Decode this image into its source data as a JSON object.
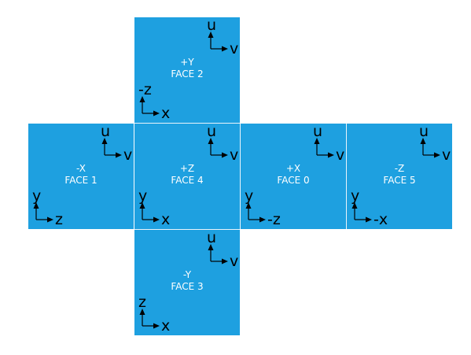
{
  "colors": {
    "face": "#1ea0e0",
    "face_text": "#ffffff",
    "axis": "#000000"
  },
  "faces": [
    {
      "id": "+y",
      "dir": "+Y",
      "name": "FACE 2",
      "uv": [
        "u",
        "v"
      ],
      "xy": [
        "-z",
        "x"
      ]
    },
    {
      "id": "-x",
      "dir": "-X",
      "name": "FACE 1",
      "uv": [
        "u",
        "v"
      ],
      "xy": [
        "y",
        "z"
      ]
    },
    {
      "id": "+z",
      "dir": "+Z",
      "name": "FACE 4",
      "uv": [
        "u",
        "v"
      ],
      "xy": [
        "y",
        "x"
      ]
    },
    {
      "id": "+x",
      "dir": "+X",
      "name": "FACE 0",
      "uv": [
        "u",
        "v"
      ],
      "xy": [
        "y",
        "-z"
      ]
    },
    {
      "id": "-z",
      "dir": "-Z",
      "name": "FACE 5",
      "uv": [
        "u",
        "v"
      ],
      "xy": [
        "y",
        "-x"
      ]
    },
    {
      "id": "-y",
      "dir": "-Y",
      "name": "FACE 3",
      "uv": [
        "u",
        "v"
      ],
      "xy": [
        "z",
        "x"
      ]
    }
  ]
}
